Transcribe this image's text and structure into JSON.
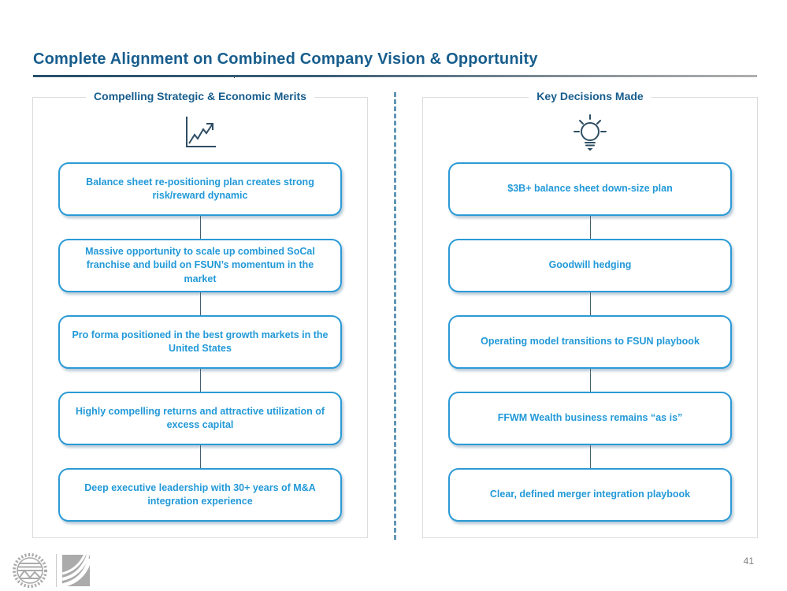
{
  "slide": {
    "title": "Complete Alignment on Combined Company Vision & Opportunity",
    "stray_mark": ".",
    "page_number": "41"
  },
  "panels": {
    "left": {
      "header": "Compelling Strategic & Economic Merits",
      "icon": "line-chart-icon",
      "boxes": [
        "Balance sheet re-positioning plan creates strong risk/reward dynamic",
        "Massive opportunity to scale up combined SoCal franchise and build on FSUN’s momentum in the market",
        "Pro forma positioned in the best growth markets in the United States",
        "Highly compelling returns and attractive utilization of excess capital",
        "Deep executive leadership with 30+ years of M&A integration experience"
      ]
    },
    "right": {
      "header": "Key Decisions Made",
      "icon": "lightbulb-icon",
      "boxes": [
        "$3B+ balance sheet down-size plan",
        "Goodwill hedging",
        "Operating model transitions to FSUN playbook",
        "FFWM Wealth business remains “as is”",
        "Clear, defined merger integration playbook"
      ]
    }
  },
  "footer": {
    "logos": [
      "sun-seal-logo",
      "swoosh-logo"
    ]
  },
  "colors": {
    "title_blue": "#175D8D",
    "box_text_blue": "#2299D8",
    "box_border_blue": "#2B9AD6",
    "icon_navy": "#2E4D63",
    "divider_blue": "#6195B5",
    "panel_border_gray": "#DCDCDC",
    "logo_gray": "#ABABAB",
    "page_number_gray": "#7F7F7F",
    "rule_gradient_start": "#27506B",
    "rule_gradient_end": "#AFAFAF"
  }
}
